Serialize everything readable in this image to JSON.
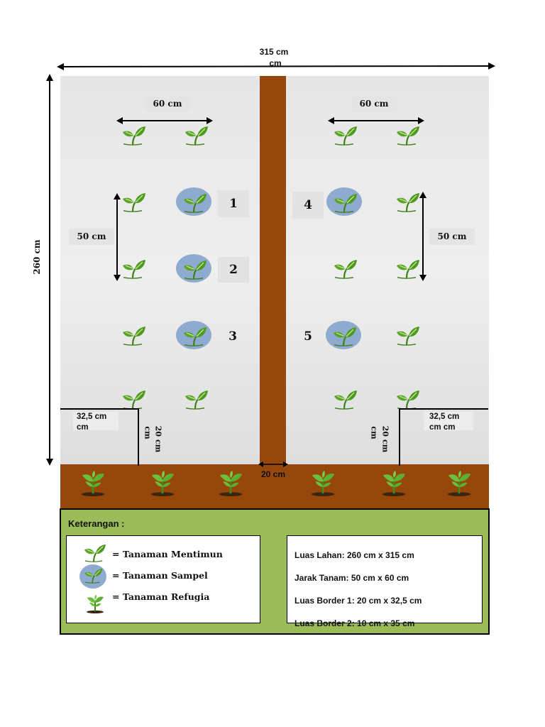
{
  "dimensions": {
    "width_top": "315 cm",
    "width_unit": "cm",
    "height_side": "260 cm",
    "spacing_left": "60 cm",
    "spacing_right": "60 cm",
    "row_left": "50 cm",
    "row_right": "50 cm",
    "path_width": "20 cm",
    "border_left_w": "32,5 cm",
    "border_left_w_unit": "cm",
    "border_left_h": "20 cm",
    "border_left_h_unit": "cm",
    "border_right_w": "32,5 cm",
    "border_right_w_unit": "cm cm",
    "border_right_h": "20 cm",
    "border_right_h_unit": "cm"
  },
  "sample_numbers": [
    "1",
    "2",
    "3",
    "4",
    "5"
  ],
  "legend": {
    "title": "Keterangan :",
    "items": [
      {
        "label": "= Tanaman Mentimun",
        "icon": "cucumber-plant-icon"
      },
      {
        "label": "= Tanaman Sampel",
        "icon": "sample-plant-icon"
      },
      {
        "label": "= Tanaman Refugia",
        "icon": "refugia-plant-icon"
      }
    ],
    "info": [
      "Luas Lahan: 260 cm x 315 cm",
      "Jarak Tanam: 50 cm x 60 cm",
      "Luas Border 1: 20 cm x 32,5 cm",
      "Luas Border 2: 10 cm x 35 cm"
    ]
  },
  "colors": {
    "path": "#96470c",
    "legend_bg": "#9bbb59",
    "leaf": "#4e9a1e",
    "sample_circle": "#8eaacf"
  }
}
